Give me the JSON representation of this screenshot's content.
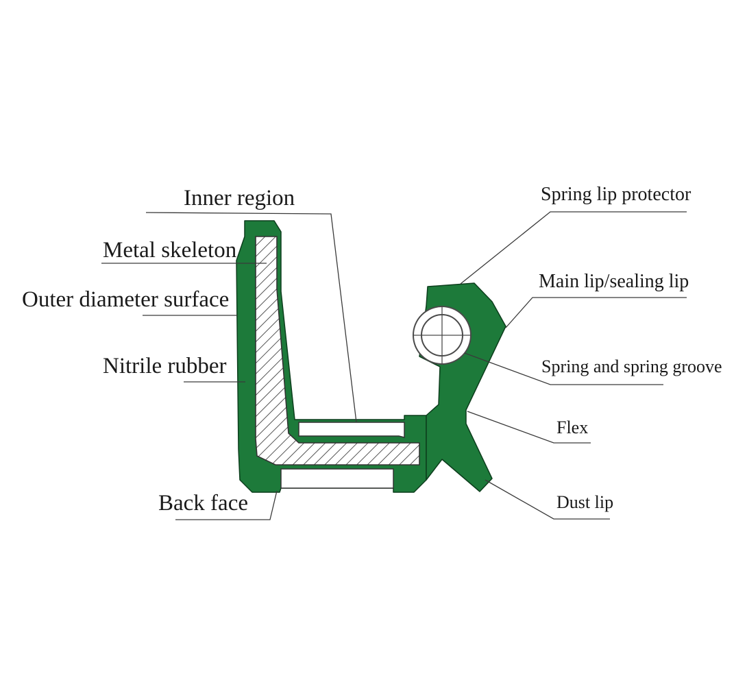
{
  "colors": {
    "rubber": "#1d7a3a",
    "background": "#ffffff",
    "hatch": "#555555",
    "text": "#1a1a1a"
  },
  "labels": {
    "inner_region": "Inner region",
    "metal_skeleton": "Metal skeleton",
    "outer_diameter_surface": "Outer diameter surface",
    "nitrile_rubber": "Nitrile rubber",
    "back_face": "Back face",
    "spring_lip_protector": "Spring lip protector",
    "main_lip": "Main lip/sealing lip",
    "spring_groove": "Spring and spring groove",
    "flex": "Flex",
    "dust_lip": "Dust lip"
  }
}
